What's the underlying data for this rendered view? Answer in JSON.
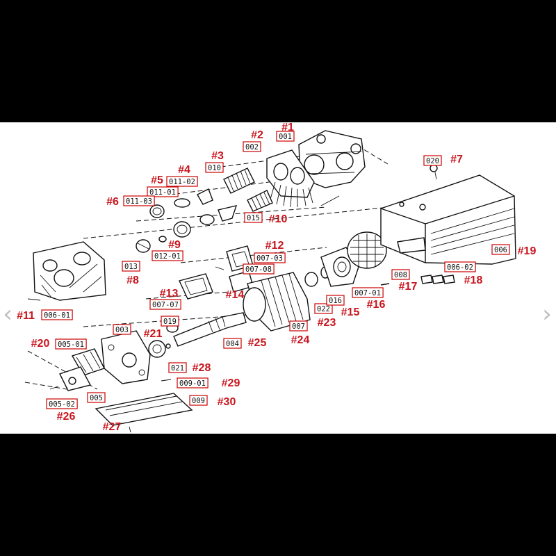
{
  "viewer": {
    "prev_glyph": "‹",
    "next_glyph": "›"
  },
  "colors": {
    "ref_number": "#c8151d",
    "code_border": "#c00",
    "line_art": "#111",
    "background": "#ffffff"
  },
  "labels": {
    "p1": {
      "ref": "#1",
      "code": "001"
    },
    "p2": {
      "ref": "#2",
      "code": "002"
    },
    "p3": {
      "ref": "#3",
      "code": "010"
    },
    "p4": {
      "ref": "#4",
      "code": "011-02"
    },
    "p5": {
      "ref": "#5",
      "code": "011-01"
    },
    "p6": {
      "ref": "#6",
      "code": "011-03"
    },
    "p7": {
      "ref": "#7",
      "code": "020"
    },
    "p8": {
      "ref": "#8",
      "code": "013"
    },
    "p9": {
      "ref": "#9",
      "code": "012-01"
    },
    "p10": {
      "ref": "#10",
      "code": "015"
    },
    "p11": {
      "ref": "#11",
      "code": "006-01"
    },
    "p12": {
      "ref": "#12",
      "code": "007-03"
    },
    "p13": {
      "ref": "#13",
      "code": "007-07"
    },
    "p14": {
      "ref": "#14",
      "code": "007-08"
    },
    "p15": {
      "ref": "#15",
      "code": "022"
    },
    "p16": {
      "ref": "#16",
      "code": "007-01"
    },
    "p17": {
      "ref": "#17",
      "code": "008"
    },
    "p18": {
      "ref": "#18",
      "code": "006-02"
    },
    "p19": {
      "ref": "#19",
      "code": "006"
    },
    "p20": {
      "ref": "#20",
      "code": "005-01"
    },
    "p21": {
      "ref": "#21",
      "code": "019"
    },
    "p23": {
      "ref": "#23",
      "code": "016"
    },
    "p24": {
      "ref": "#24",
      "code": "007"
    },
    "p25": {
      "ref": "#25",
      "code": "004"
    },
    "p26": {
      "ref": "#26",
      "code": "005-02"
    },
    "p27": {
      "ref": "#27",
      "code": "005"
    },
    "p28": {
      "ref": "#28",
      "code": "021"
    },
    "p29": {
      "ref": "#29",
      "code": "009-01"
    },
    "p30": {
      "ref": "#30",
      "code": "009"
    },
    "p_extra": {
      "code": "003"
    }
  }
}
